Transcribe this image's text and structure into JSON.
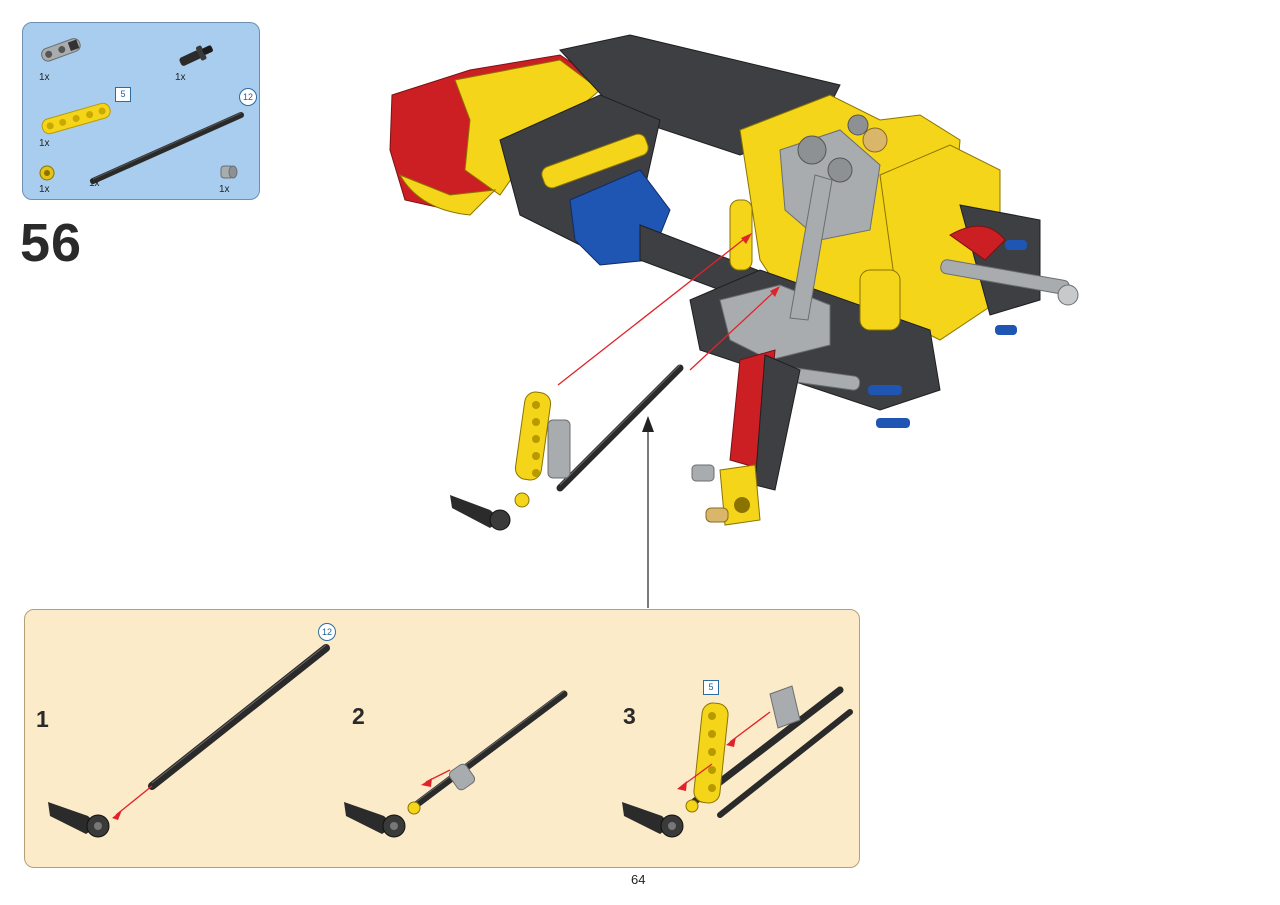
{
  "step": {
    "number": "56"
  },
  "parts": [
    {
      "icon": "gray-connector-icon",
      "qty": "1x"
    },
    {
      "icon": "black-pin-icon",
      "qty": "1x"
    },
    {
      "icon": "yellow-beam-5-icon",
      "qty": "1x",
      "length": "5"
    },
    {
      "icon": "black-axle-12-icon",
      "qty": "1x",
      "length": "12"
    },
    {
      "icon": "yellow-bush-icon",
      "qty": "1x"
    },
    {
      "icon": "gray-bush-icon",
      "qty": "1x"
    }
  ],
  "substeps": [
    {
      "number": "1",
      "length": "12"
    },
    {
      "number": "2"
    },
    {
      "number": "3",
      "length": "5"
    }
  ],
  "page": {
    "number": "64"
  },
  "colors": {
    "parts_panel_bg": "#a9cdee",
    "substep_panel_bg": "#fcebc9",
    "arrow_red": "#e0232b",
    "lego_yellow": "#f5d51a",
    "lego_red": "#cc1f24",
    "lego_blue": "#1f55b3",
    "lego_dark_gray": "#3d3f42",
    "lego_light_gray": "#a9acae"
  }
}
